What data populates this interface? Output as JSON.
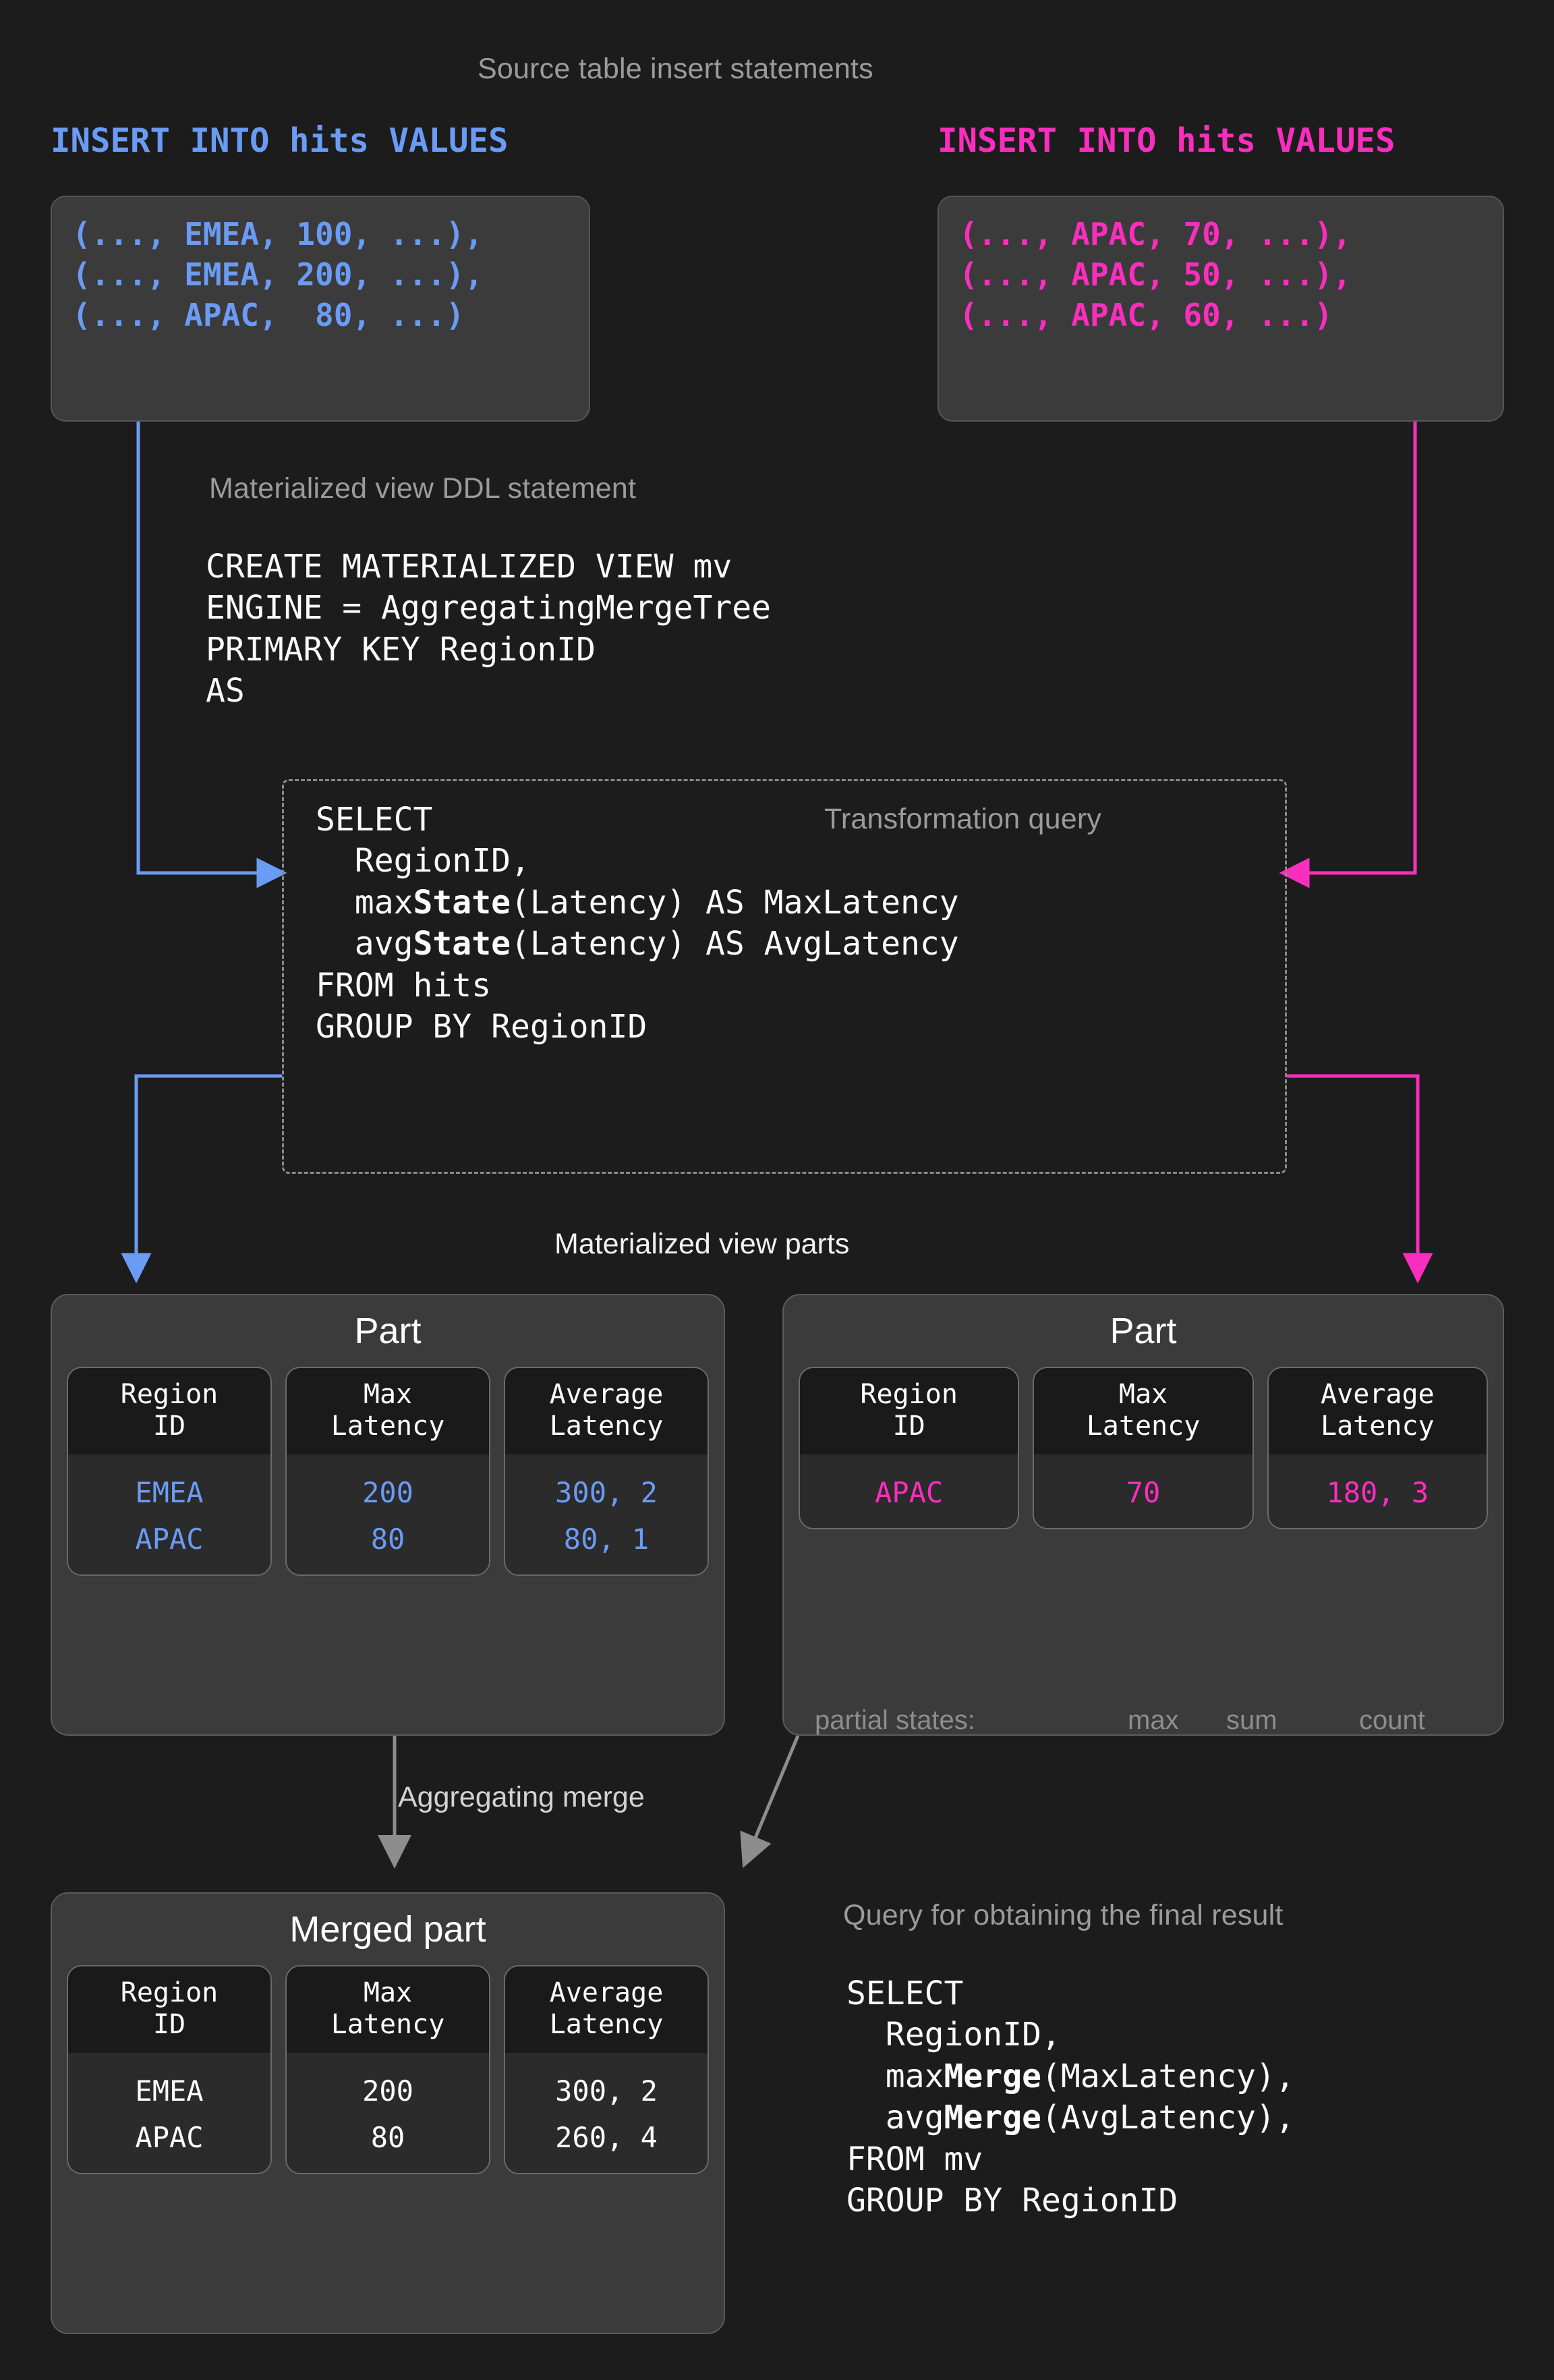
{
  "headings": {
    "source_inserts": "Source table insert statements",
    "mv_ddl": "Materialized view DDL statement",
    "transformation_query": "Transformation query",
    "mv_parts": "Materialized view parts",
    "aggregating_merge": "Aggregating merge",
    "final_query": "Query for obtaining the final result"
  },
  "colors": {
    "blue": "#6a9bf5",
    "pink": "#fa2ebe",
    "background": "#1c1c1c",
    "card": "#3b3b3b",
    "caption": "#9b9b9b"
  },
  "inserts": {
    "left": {
      "header": "INSERT INTO hits VALUES",
      "color": "blue",
      "rows": [
        "(..., EMEA, 100, ...),",
        "(..., EMEA, 200, ...),",
        "(..., APAC,  80, ...)"
      ]
    },
    "right": {
      "header": "INSERT INTO hits VALUES",
      "color": "pink",
      "rows": [
        "(..., APAC, 70, ...),",
        "(..., APAC, 50, ...),",
        "(..., APAC, 60, ...)"
      ]
    }
  },
  "ddl": {
    "lines": [
      "CREATE MATERIALIZED VIEW mv",
      "ENGINE = AggregatingMergeTree",
      "PRIMARY KEY RegionID",
      "AS"
    ]
  },
  "transformation": {
    "lines": [
      {
        "plain": "SELECT"
      },
      {
        "plain": "  RegionID,"
      },
      {
        "pre": "  max",
        "bold": "State",
        "post": "(Latency) AS MaxLatency"
      },
      {
        "pre": "  avg",
        "bold": "State",
        "post": "(Latency) AS AvgLatency"
      },
      {
        "plain": "FROM hits"
      },
      {
        "plain": "GROUP BY RegionID"
      }
    ]
  },
  "parts": {
    "columns": [
      "Region\nID",
      "Max\nLatency",
      "Average\nLatency"
    ],
    "left": {
      "title": "Part",
      "color": "blue",
      "rows": [
        [
          "EMEA",
          "200",
          "300, 2"
        ],
        [
          "APAC",
          "80",
          "80, 1"
        ]
      ]
    },
    "right": {
      "title": "Part",
      "color": "pink",
      "rows": [
        [
          "APAC",
          "70",
          "180, 3"
        ]
      ],
      "partial_states": {
        "label": "partial states:",
        "max": "max",
        "sum": "sum",
        "count": "count"
      }
    },
    "merged": {
      "title": "Merged part",
      "color": "white",
      "rows": [
        [
          "EMEA",
          "200",
          "300, 2"
        ],
        [
          "APAC",
          "80",
          "260, 4"
        ]
      ]
    }
  },
  "final_query": {
    "lines": [
      {
        "plain": "SELECT"
      },
      {
        "plain": "  RegionID,"
      },
      {
        "pre": "  max",
        "bold": "Merge",
        "post": "(MaxLatency),"
      },
      {
        "pre": "  avg",
        "bold": "Merge",
        "post": "(AvgLatency),"
      },
      {
        "plain": "FROM mv"
      },
      {
        "plain": "GROUP BY RegionID"
      }
    ]
  }
}
